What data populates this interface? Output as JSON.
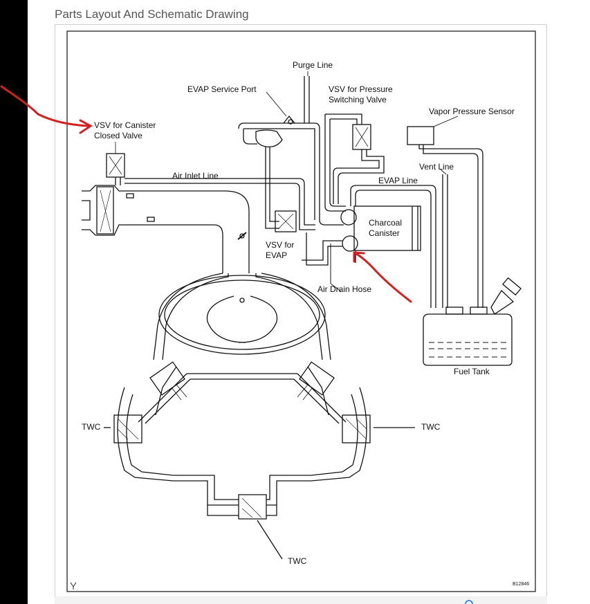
{
  "page": {
    "title": "Parts Layout And Schematic Drawing"
  },
  "diagram": {
    "labels": {
      "purge_line": "Purge Line",
      "evap_service_port": "EVAP Service Port",
      "vsv_pressure_1": "VSV for Pressure",
      "vsv_pressure_2": "Switching Valve",
      "vapor_pressure_sensor": "Vapor Pressure Sensor",
      "vsv_canister_1": "VSV for Canister",
      "vsv_canister_2": "Closed Valve",
      "air_inlet_line": "Air Inlet Line",
      "vent_line": "Vent Line",
      "evap_line": "EVAP Line",
      "charcoal_1": "Charcoal",
      "charcoal_2": "Canister",
      "vsv_evap_1": "VSV for",
      "vsv_evap_2": "EVAP",
      "air_drain_hose": "Air Drain Hose",
      "fuel_tank": "Fuel Tank",
      "twc_left": "TWC",
      "twc_right": "TWC",
      "twc_bottom": "TWC",
      "figure_code": "B12846"
    }
  },
  "colors": {
    "annotation_arrow": "#d42020",
    "line": "#111111"
  }
}
